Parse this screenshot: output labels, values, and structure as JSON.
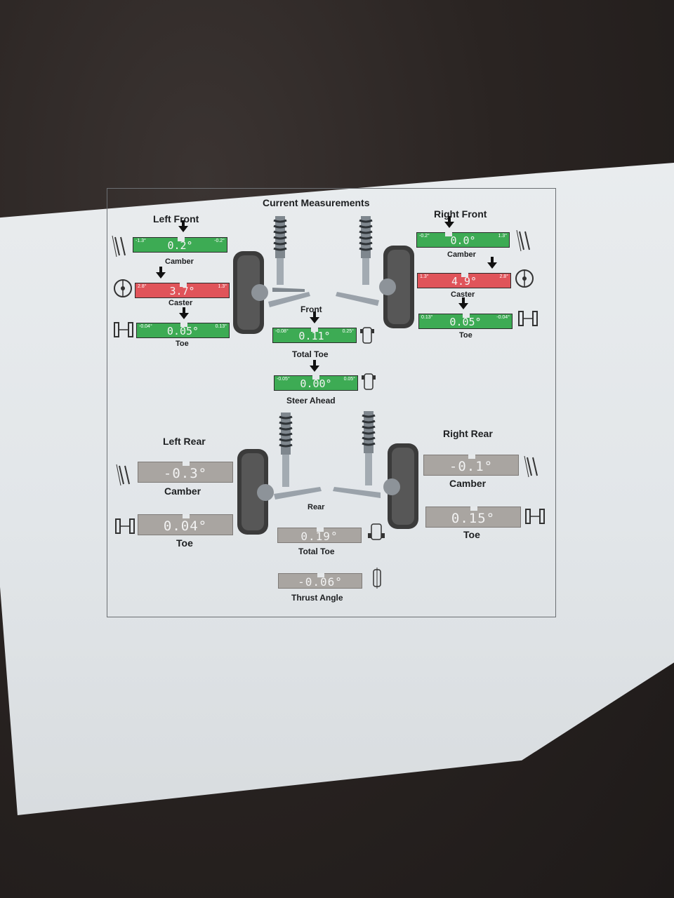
{
  "report": {
    "title": "Current Measurements",
    "front_label": "Front",
    "rear_label": "Rear"
  },
  "front": {
    "left": {
      "heading": "Left Front",
      "camber": {
        "label": "Camber",
        "value": "0.2°",
        "min": "-1.3°",
        "max": "-0.2°",
        "status": "in-spec"
      },
      "caster": {
        "label": "Caster",
        "value": "3.7°",
        "min": "2.8°",
        "max": "1.3°",
        "status": "out-of-spec"
      },
      "toe": {
        "label": "Toe",
        "value": "0.05°",
        "min": "-0.04°",
        "max": "0.13°",
        "status": "in-spec"
      }
    },
    "right": {
      "heading": "Right Front",
      "camber": {
        "label": "Camber",
        "value": "0.0°",
        "min": "-0.2°",
        "max": "1.3°",
        "status": "in-spec"
      },
      "caster": {
        "label": "Caster",
        "value": "4.9°",
        "min": "1.3°",
        "max": "2.8°",
        "status": "out-of-spec"
      },
      "toe": {
        "label": "Toe",
        "value": "0.05°",
        "min": "0.13°",
        "max": "-0.04°",
        "status": "in-spec"
      }
    },
    "total_toe": {
      "label": "Total Toe",
      "value": "0.11°",
      "min": "-0.08°",
      "max": "0.25°",
      "status": "in-spec"
    },
    "steer_ahead": {
      "label": "Steer Ahead",
      "value": "0.00°",
      "min": "-0.05°",
      "max": "0.05°",
      "status": "in-spec"
    }
  },
  "rear": {
    "left": {
      "heading": "Left Rear",
      "camber": {
        "label": "Camber",
        "value": "-0.3°"
      },
      "toe": {
        "label": "Toe",
        "value": "0.04°"
      }
    },
    "right": {
      "heading": "Right Rear",
      "camber": {
        "label": "Camber",
        "value": "-0.1°"
      },
      "toe": {
        "label": "Toe",
        "value": "0.15°"
      }
    },
    "total_toe": {
      "label": "Total Toe",
      "value": "0.19°"
    },
    "thrust_angle": {
      "label": "Thrust Angle",
      "value": "-0.06°"
    }
  },
  "colors": {
    "in_spec": "#3dab54",
    "out_of_spec": "#e0545a",
    "no_spec": "#a9a5a1"
  }
}
